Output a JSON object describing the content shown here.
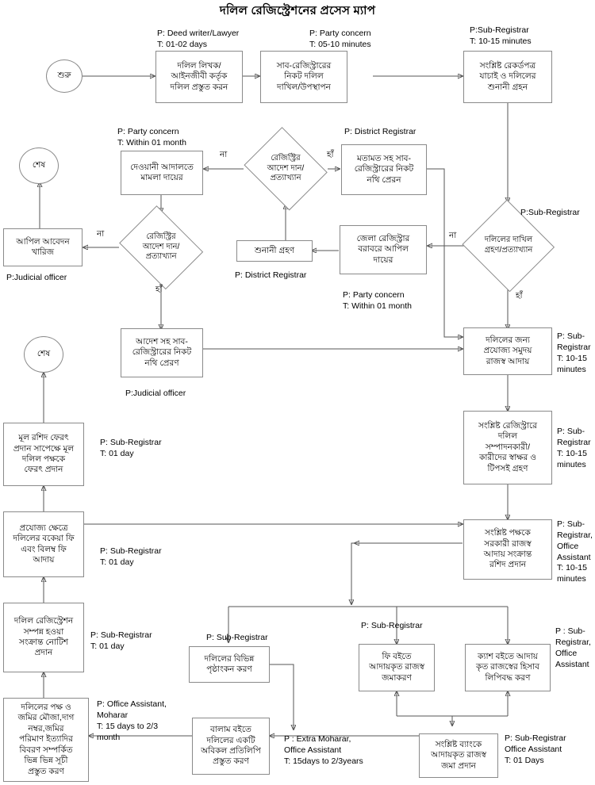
{
  "title": "দলিল রেজিস্ট্রেশনের প্রসেস ম্যাপ",
  "nodes": {
    "start1": "শুরু",
    "deed_prepare": "দলিল লিখক/\nআইনজীবী কর্তৃক\nদলিল প্রস্তুত করন",
    "submit_subreg": "সাব-রেজিস্ট্রারের\nনিকট দলিল\nদাখিল/উপস্থাপন",
    "verify_hearing": "সংশ্লিষ্ট রেকর্ডপত্র\nযাচাই ও দলিলের\nশুনানী গ্রহন",
    "dec_accept_reject": "দলিলের দাখিল\nগ্রহণ/প্রত্যাখ্যান",
    "appeal_districtreg": "জেলা রেজিস্ট্রার\nবরাবরে আপিল\nদায়ের",
    "hearing": "শুনানী গ্রহণ",
    "dec_order_reject_1": "রেজিস্ট্রির\nআদেশ দান/\nপ্রত্যাখ্যান",
    "send_opinion": "মতামত সহ সাব-\nরেজিস্ট্রারের নিকট\nনথি প্রেরন",
    "civil_court": "দেওয়ানী আদালতে\nমামলা দায়ের",
    "end_top": "শেষ",
    "dec_order_reject_2": "রেজিস্ট্রির\nআদেশ দান/\nপ্রত্যাখ্যান",
    "appeal_dismissed": "আপিল আবেদন\nখারিজ",
    "order_send_file": "আদেশ সহ সাব-\nরেজিস্ট্রারের নিকট\nনথি প্রেরণ",
    "end_mid": "শেষ",
    "collect_revenue": "দলিলের জন্য\nপ্রযোজ্য সমুদয়\nরাজস্ব আদায়",
    "signature_collect": "সংশ্লিষ্ট রেজিস্ট্রারে\nদলিল\nসম্পাদনকারী/\nকারীদের স্বাক্ষর ও\nটিপসই গ্রহণ",
    "receipt_issue": "সংশ্লিষ্ট পক্ষকে\nসরকারী রাজস্ব\nআদায় সংক্রান্ত\nরশিদ প্রদান",
    "return_original": "মূল রশিদ ফেরৎ\nপ্রদান সাপেক্ষে মূল\nদলিল পক্ষকে\nফেরৎ প্রদান",
    "due_fee": "প্রযোজ্য ক্ষেত্রে\nদলিলের বকেয়া ফি\nএবং বিলম্ব ফি\nআদায়",
    "notice_complete": "দলিল রেজিস্ট্রেশন\nসম্পন্ন হওয়া\nসংক্রান্ত নোটিশ\nপ্রদান",
    "index_prepare": "দলিলের পক্ষ ও\nজমির মৌজা,দাগ\nনম্বর,জমির\nপরিমাণ ইত্যাদির\nবিবরণ সম্পর্কিত\nভিন্ন ভিন্ন সূচী\nপ্রস্তুত করণ",
    "page_marking": "দলিলের বিভিন্ন\nপৃষ্ঠাংকন করণ",
    "balam_copy": "বালাম বইতে\nদলিলের একটি\nঅবিকল প্রতিলিপি\nপ্রস্তুত করণ",
    "fee_book": "ফি বইতে\nআদায়কৃত রাজস্ব\nজমাকরণ",
    "cash_book": "ক্যাশ বইতে আদায়\nকৃত রাজস্বের হিসাব\nলিপিবদ্ধ করণ",
    "bank_deposit": "সংশ্লিষ্ট ব্যাংকে\nআদায়কৃত রাজস্ব\nজমা প্রদান"
  },
  "annotations": {
    "a_deed_prepare": "P: Deed writer/Lawyer\nT: 01-02 days",
    "a_submit_subreg": "P: Party concern\nT: 05-10 minutes",
    "a_verify_hearing": "P:Sub-Registrar\nT: 10-15 minutes",
    "a_dec_accept_reject": "P:Sub-Registrar",
    "a_civil_court": "P: Party concern\nT: Within 01 month",
    "a_send_opinion": "P: District Registrar",
    "a_hearing": "P: District Registrar",
    "a_appeal_districtreg": "P: Party concern\nT: Within 01 month",
    "a_appeal_dismissed": "P:Judicial officer",
    "a_order_send_file": "P:Judicial officer",
    "a_collect_revenue": "P: Sub-\nRegistrar\nT: 10-15\nminutes",
    "a_signature_collect": "P: Sub-\nRegistrar\nT: 10-15\nminutes",
    "a_return_original": "P: Sub-Registrar\nT: 01 day",
    "a_due_fee": "P: Sub-Registrar\nT: 01 day",
    "a_receipt_issue": "P: Sub-\nRegistrar,\nOffice\nAssistant\nT: 10-15\nminutes",
    "a_notice_complete": "P: Sub-Registrar\nT: 01 day",
    "a_index_prepare": "P: Office Assistant,\nMoharar\nT: 15 days to 2/3\nmonth",
    "a_page_marking": "P: Sub-Registrar",
    "a_fee_book": "P: Sub-Registrar",
    "a_cash_book": "P : Sub-\nRegistrar,\nOffice\nAssistant",
    "a_balam_copy": "P : Extra Moharar,\nOffice Assistant\nT: 15days to 2/3years",
    "a_bank_deposit": "P: Sub-Registrar\nOffice Assistant\nT: 01 Days"
  },
  "edge_labels": {
    "no_1": "না",
    "yes_1": "হাঁ",
    "no_2": "না",
    "yes_2": "হাঁ",
    "no_3": "না",
    "yes_3": "হাঁ"
  },
  "colors": {
    "stroke": "#8a8a8a",
    "wire": "#555555",
    "background": "#ffffff",
    "text": "#000000"
  }
}
